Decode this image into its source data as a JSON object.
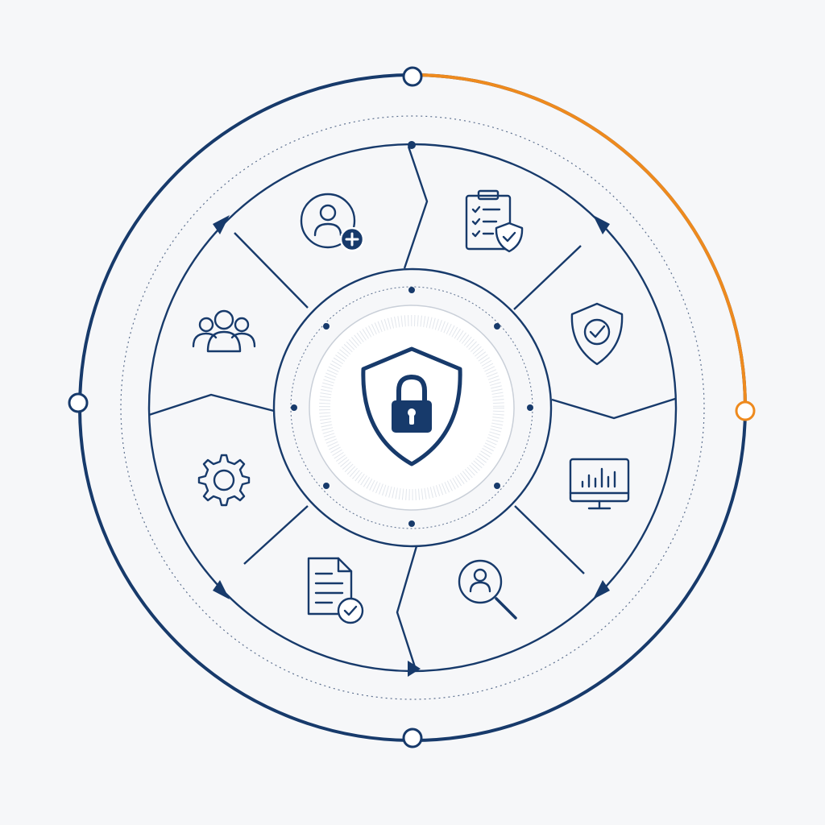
{
  "diagram": {
    "center": {
      "icon": "shield-lock-icon"
    },
    "segments": [
      {
        "id": "add-user",
        "icon": "user-add-icon"
      },
      {
        "id": "compliance",
        "icon": "clipboard-checklist-shield-icon"
      },
      {
        "id": "protection",
        "icon": "shield-check-icon"
      },
      {
        "id": "monitoring",
        "icon": "monitor-chart-icon"
      },
      {
        "id": "user-review",
        "icon": "user-search-icon"
      },
      {
        "id": "documentation",
        "icon": "document-check-icon"
      },
      {
        "id": "configuration",
        "icon": "gear-icon"
      },
      {
        "id": "team",
        "icon": "user-group-icon"
      }
    ],
    "outer_ring": {
      "progress_fraction": 0.25
    },
    "colors": {
      "navy": "#173a6b",
      "accent": "#ee8a1e",
      "background": "#f6f7f9",
      "dotted": "#5d708f"
    }
  }
}
